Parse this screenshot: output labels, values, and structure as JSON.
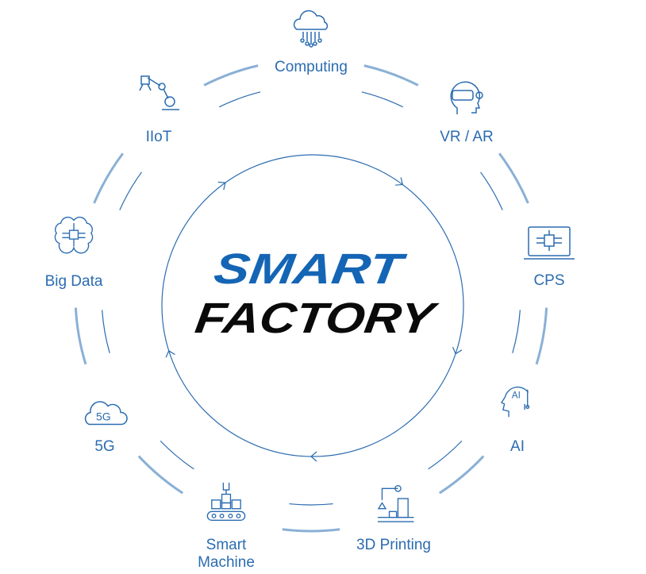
{
  "title": {
    "line1": "SMART",
    "line2": "FACTORY",
    "line1_color": "#1565b5",
    "line2_color": "#0a0a0a"
  },
  "colors": {
    "outer_ring": "#8ab0d6",
    "inner_ring": "#2b6cb0",
    "center_circle": "#2b6cb0",
    "label": "#2b6cb0"
  },
  "nodes": [
    {
      "label": "Computing",
      "icon": "cloud-computing-icon"
    },
    {
      "label": "VR / AR",
      "icon": "vr-headset-icon"
    },
    {
      "label": "CPS",
      "icon": "laptop-chip-icon"
    },
    {
      "label": "AI",
      "icon": "ai-head-icon"
    },
    {
      "label": "3D Printing",
      "icon": "robot-arm-printer-icon"
    },
    {
      "label": "Smart Machine",
      "label_line1": "Smart",
      "label_line2": "Machine",
      "icon": "conveyor-boxes-icon"
    },
    {
      "label": "5G",
      "icon": "cloud-5g-icon",
      "icon_text": "5G"
    },
    {
      "label": "Big Data",
      "icon": "brain-chip-icon"
    },
    {
      "label": "IIoT",
      "icon": "industrial-robot-arm-icon"
    }
  ]
}
